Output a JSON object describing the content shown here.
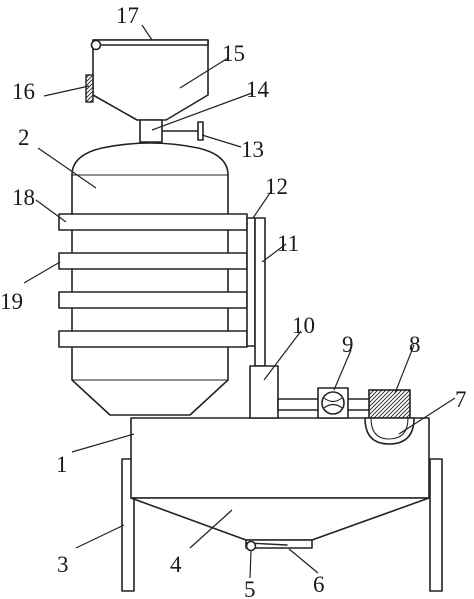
{
  "figure": {
    "labels": {
      "l1": "1",
      "l2": "2",
      "l3": "3",
      "l4": "4",
      "l5": "5",
      "l6": "6",
      "l7": "7",
      "l8": "8",
      "l9": "9",
      "l10": "10",
      "l11": "11",
      "l12": "12",
      "l13": "13",
      "l14": "14",
      "l15": "15",
      "l16": "16",
      "l17": "17",
      "l18": "18",
      "l19": "19"
    }
  }
}
